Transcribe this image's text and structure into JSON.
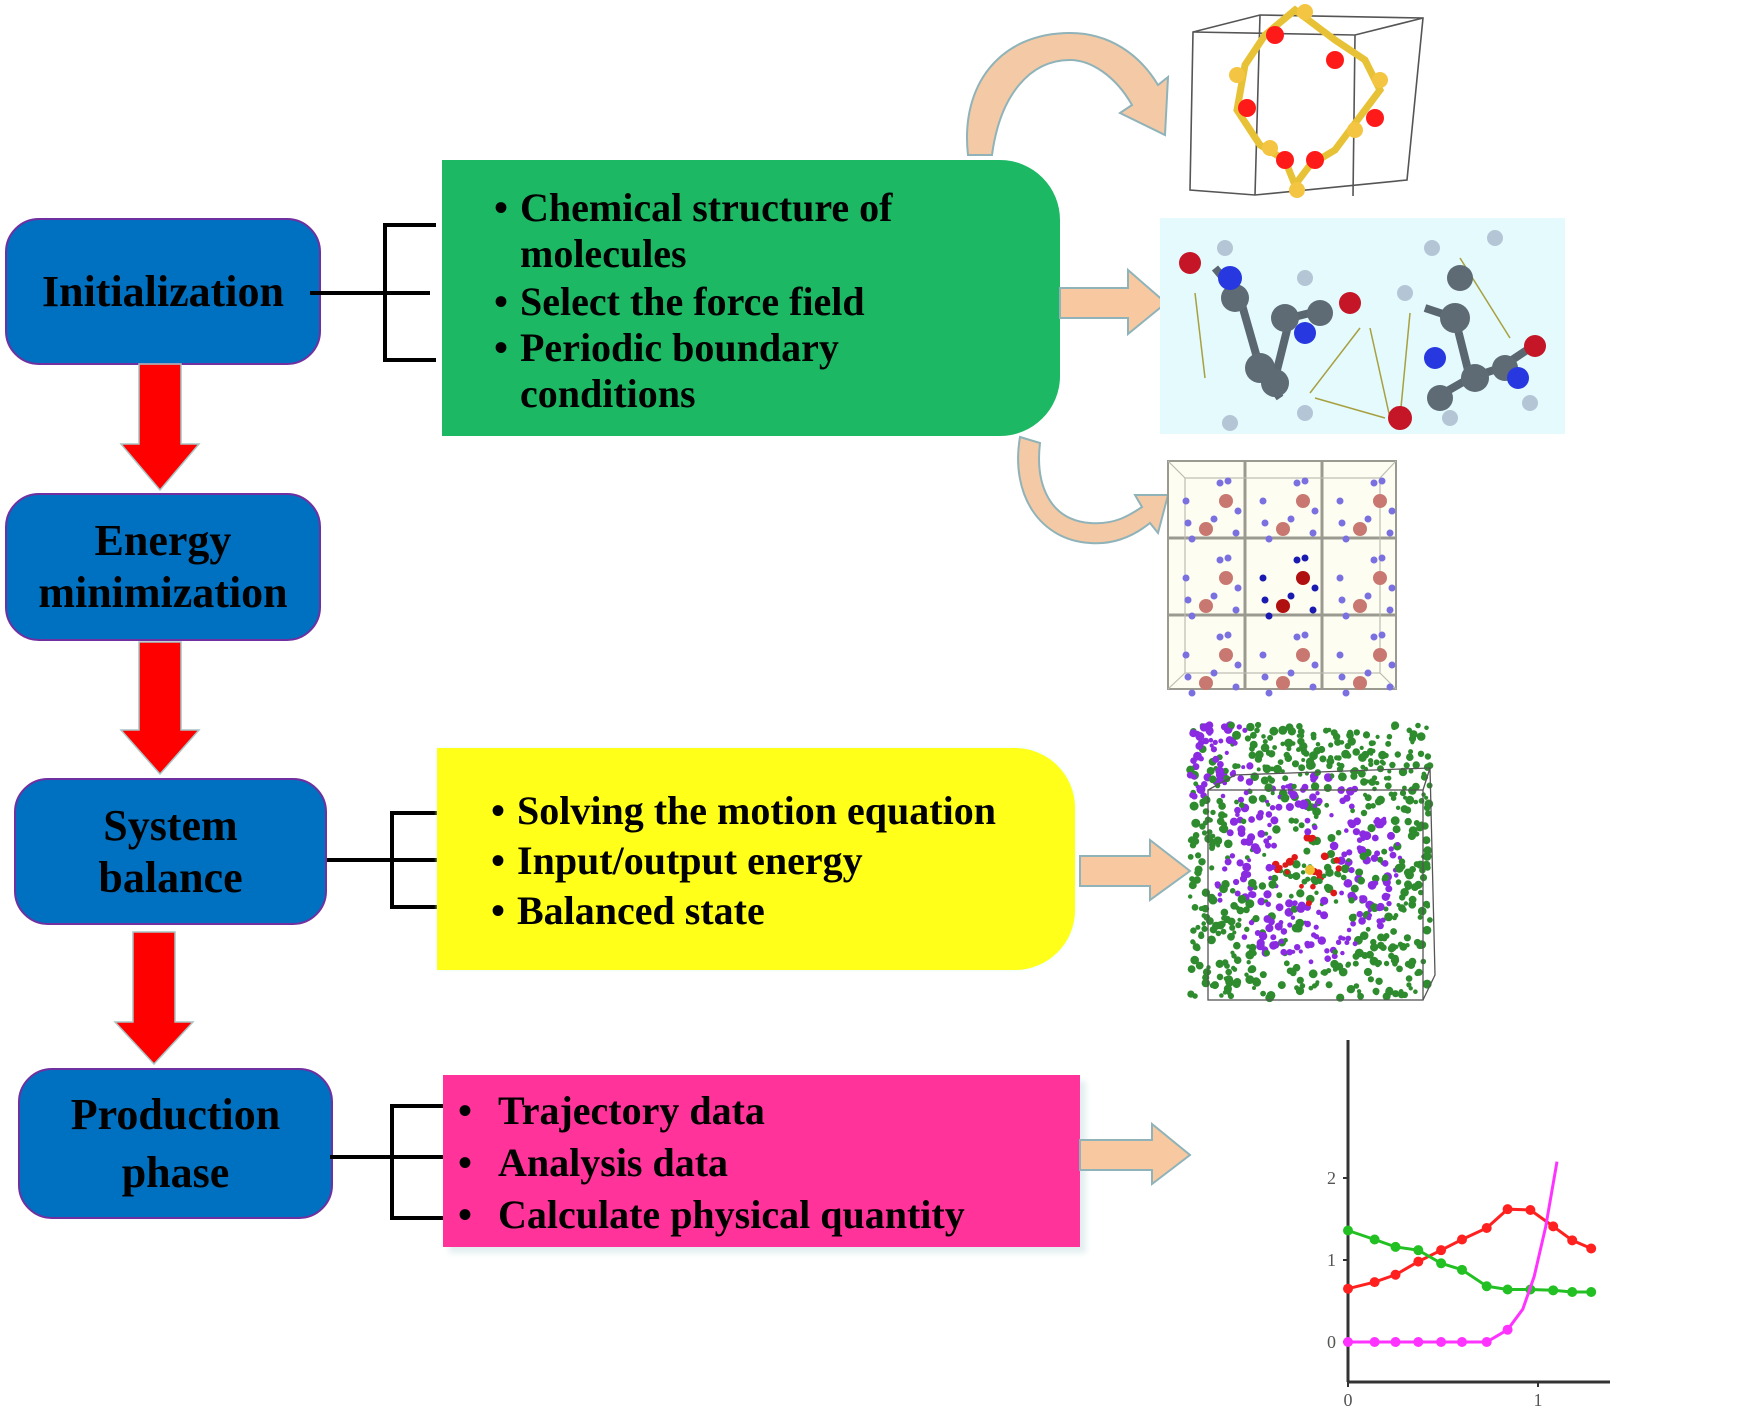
{
  "stages": [
    {
      "label_line1": "Initialization",
      "label_line2": ""
    },
    {
      "label_line1": "Energy",
      "label_line2": "minimization"
    },
    {
      "label_line1": "System",
      "label_line2": "balance"
    },
    {
      "label_line1": "Production",
      "label_line2": "phase"
    }
  ],
  "details": {
    "initialization": {
      "color": "#1db863",
      "items": [
        "Chemical structure of molecules",
        "Select the force field",
        "Periodic boundary conditions"
      ],
      "item_lines": [
        [
          "Chemical structure of",
          "molecules"
        ],
        [
          "Select the force field"
        ],
        [
          "Periodic boundary",
          "conditions"
        ]
      ]
    },
    "system_balance": {
      "color": "#ffff1a",
      "items": [
        "Solving the motion equation",
        "Input/output energy",
        "Balanced state"
      ]
    },
    "production_phase": {
      "color": "#ff3399",
      "items": [
        "Trajectory data",
        "Analysis data",
        "Calculate physical quantity"
      ]
    }
  },
  "bullet_char": "•",
  "colors": {
    "stage_fill": "#0070c0",
    "stage_border": "#7030a0",
    "flow_arrow": "#ff0000",
    "pointer_arrow": "#f8c9a0",
    "pointer_arrow_border": "#8fb3b8"
  },
  "illustrations": [
    {
      "name": "silica-ring-unit-cell",
      "description": "ring molecule in cubic cell"
    },
    {
      "name": "molecular-force-field",
      "description": "two ball-and-stick molecules with interaction arrows"
    },
    {
      "name": "periodic-boundary-grid",
      "description": "3x3 periodic image cells"
    },
    {
      "name": "equilibrated-polymer-system",
      "description": "green and purple chains in simulation box"
    },
    {
      "name": "property-plot",
      "description": "line plot of computed quantities"
    }
  ],
  "chart_data": {
    "type": "line",
    "title": "",
    "xlabel": "",
    "ylabel": "",
    "xlim": [
      0,
      1.3
    ],
    "ylim": [
      -0.5,
      2.2
    ],
    "x_ticks": [
      "0",
      "1"
    ],
    "y_ticks": [
      "0",
      "1",
      "2"
    ],
    "grid": false,
    "series": [
      {
        "name": "red",
        "color": "#ff2020",
        "x": [
          0,
          0.14,
          0.25,
          0.37,
          0.49,
          0.6,
          0.73,
          0.84,
          0.96,
          1.08,
          1.18,
          1.28
        ],
        "y": [
          0.65,
          0.73,
          0.82,
          0.98,
          1.12,
          1.25,
          1.39,
          1.62,
          1.61,
          1.41,
          1.24,
          1.14
        ]
      },
      {
        "name": "green",
        "color": "#22c022",
        "x": [
          0,
          0.14,
          0.25,
          0.37,
          0.49,
          0.6,
          0.73,
          0.84,
          0.96,
          1.08,
          1.18,
          1.28
        ],
        "y": [
          1.36,
          1.25,
          1.16,
          1.12,
          0.96,
          0.88,
          0.68,
          0.64,
          0.64,
          0.63,
          0.61,
          0.61
        ]
      },
      {
        "name": "magenta",
        "color": "#ff33ff",
        "x": [
          0,
          0.14,
          0.25,
          0.37,
          0.49,
          0.6,
          0.73,
          0.84,
          0.92,
          0.98,
          1.04,
          1.1
        ],
        "y": [
          0,
          0,
          0,
          0,
          0,
          0,
          0,
          0.15,
          0.4,
          0.8,
          1.4,
          2.2
        ],
        "marker_count": 8
      }
    ]
  }
}
